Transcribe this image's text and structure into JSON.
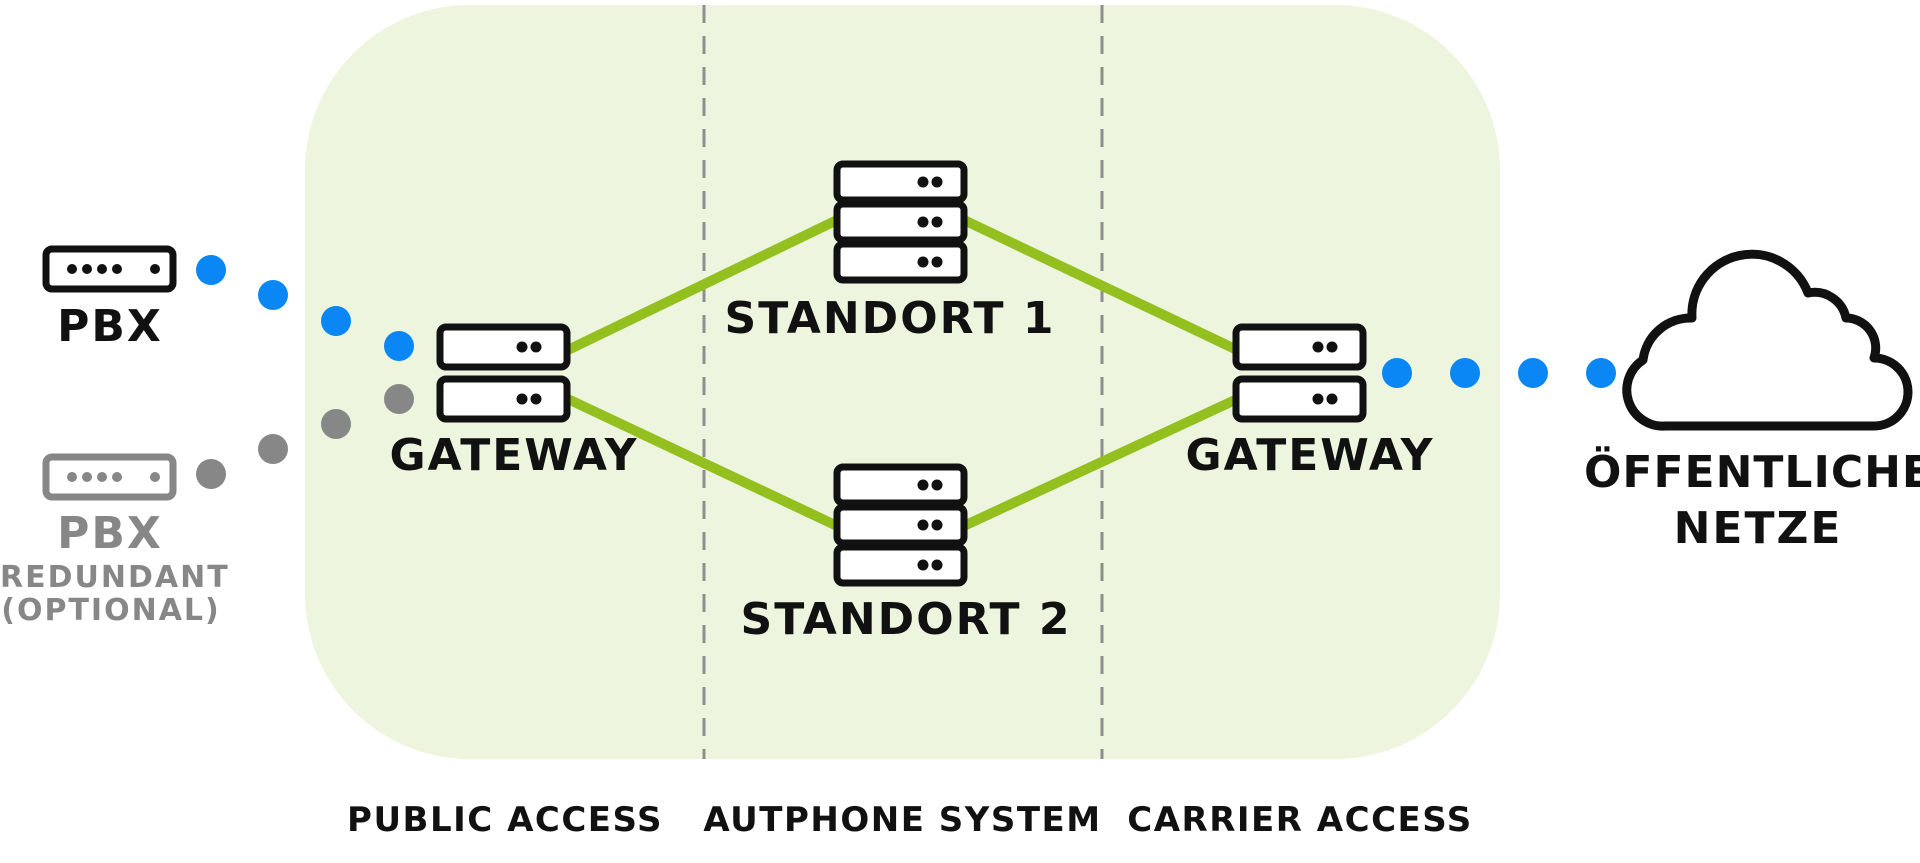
{
  "colors": {
    "zone_fill": "#edf5de",
    "link": "#93c01f",
    "blue_dot": "#0a86f5",
    "gray": "#878787",
    "black": "#111111",
    "divider": "#8e8e8e"
  },
  "labels": {
    "pbx": "PBX",
    "pbx_redundant": "PBX",
    "redundant": "REDUNDANT",
    "optional": "(OPTIONAL)",
    "gateway_left": "GATEWAY",
    "gateway_right": "GATEWAY",
    "standort1": "STANDORT 1",
    "standort2": "STANDORT 2",
    "public_line1": "ÖFFENTLICHE",
    "public_line2": "NETZE"
  },
  "sections": {
    "public_access": "PUBLIC ACCESS",
    "autphone_system": "AUTPHONE SYSTEM",
    "carrier_access": "CARRIER ACCESS"
  },
  "icons": [
    "pbx-device-icon",
    "pbx-redundant-device-icon",
    "gateway-left-server-icon",
    "standort-1-server-icon",
    "standort-2-server-icon",
    "gateway-right-server-icon",
    "cloud-icon"
  ]
}
